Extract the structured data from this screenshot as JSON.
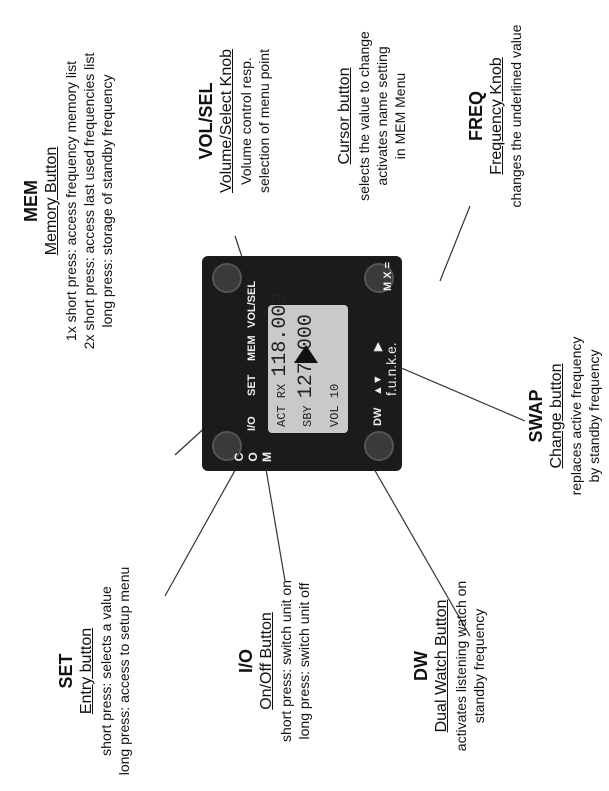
{
  "annotations": {
    "mem": {
      "title": "MEM",
      "subtitle": "Memory Button",
      "lines": [
        "1x short press:  access frequency memory list",
        "2x short press:  access last used frequencies list",
        "long press: storage of standby frequency"
      ]
    },
    "volsel": {
      "title": "VOL/SEL",
      "subtitle": "Volume/Select Knob",
      "lines": [
        "Volume control resp.",
        "selection of menu point"
      ]
    },
    "cursor": {
      "subtitle": "Cursor button",
      "lines": [
        "selects the value to change",
        "activates name setting",
        "in MEM Menu"
      ]
    },
    "freq": {
      "title": "FREQ",
      "subtitle": "Frequency Knob",
      "lines": [
        "changes the underlined value"
      ]
    },
    "set": {
      "title": "SET",
      "subtitle": "Entry button",
      "lines": [
        "short press: selects a value",
        "long press:  access to setup menu"
      ]
    },
    "io": {
      "title": "I/O",
      "subtitle": "On/Off Button",
      "lines": [
        "short press: switch unit on",
        "long press: switch unit off"
      ]
    },
    "dw": {
      "title": "DW",
      "subtitle": "Dual Watch Button",
      "lines": [
        "activates listening watch on",
        "standby frequency"
      ]
    },
    "swap": {
      "title": "SWAP",
      "subtitle": "Change button",
      "lines": [
        "replaces active frequency",
        "by standby frequency"
      ]
    }
  },
  "device": {
    "labels": {
      "io": "I/O",
      "set": "SET",
      "mem": "MEM",
      "volsel": "VOL/SEL",
      "dw": "DW",
      "arrows": "▲▼",
      "right": "▶",
      "brand": "f.u.n.k.e."
    },
    "com": "COM",
    "side": "M X =",
    "lcd": {
      "row1_label": "ACT RX",
      "row1_value": "118.000",
      "row2_label": "SBY",
      "row2_value": "127.000",
      "row3_label": "VOL 10"
    }
  }
}
